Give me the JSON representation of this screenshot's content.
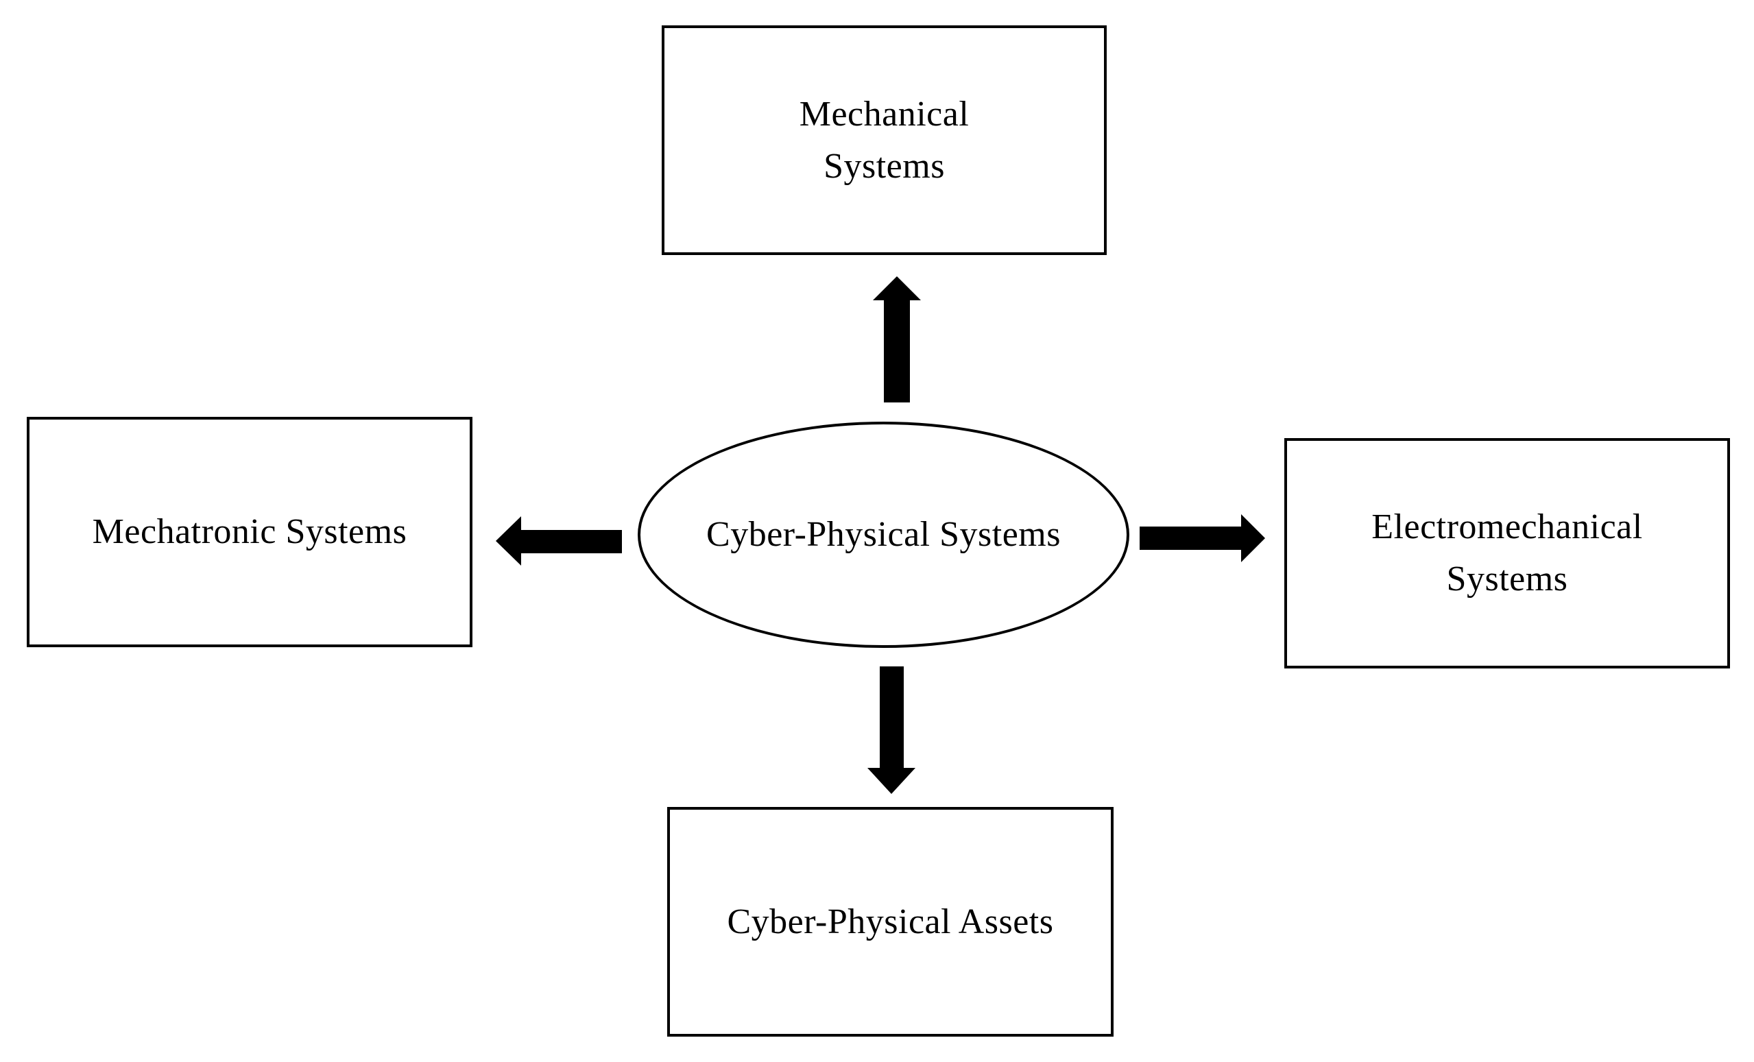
{
  "diagram": {
    "type": "hub-and-spoke",
    "center": {
      "label": "Cyber-Physical Systems"
    },
    "nodes": {
      "top": {
        "label": "Mechanical Systems",
        "lines": [
          "Mechanical",
          "Systems"
        ]
      },
      "left": {
        "label": "Mechatronic Systems",
        "lines": [
          "Mechatronic Systems"
        ]
      },
      "right": {
        "label": "Electromechanical Systems",
        "lines": [
          "Electromechanical",
          "Systems"
        ]
      },
      "bottom": {
        "label": "Cyber-Physical Assets",
        "lines": [
          "Cyber-Physical Assets"
        ]
      }
    },
    "connections": [
      {
        "from": "center",
        "to": "top",
        "arrow": "up-arrow"
      },
      {
        "from": "center",
        "to": "left",
        "arrow": "left-arrow"
      },
      {
        "from": "center",
        "to": "right",
        "arrow": "right-arrow"
      },
      {
        "from": "center",
        "to": "bottom",
        "arrow": "down-arrow"
      }
    ],
    "colors": {
      "background": "#ffffff",
      "stroke": "#000000",
      "text": "#000000"
    }
  }
}
